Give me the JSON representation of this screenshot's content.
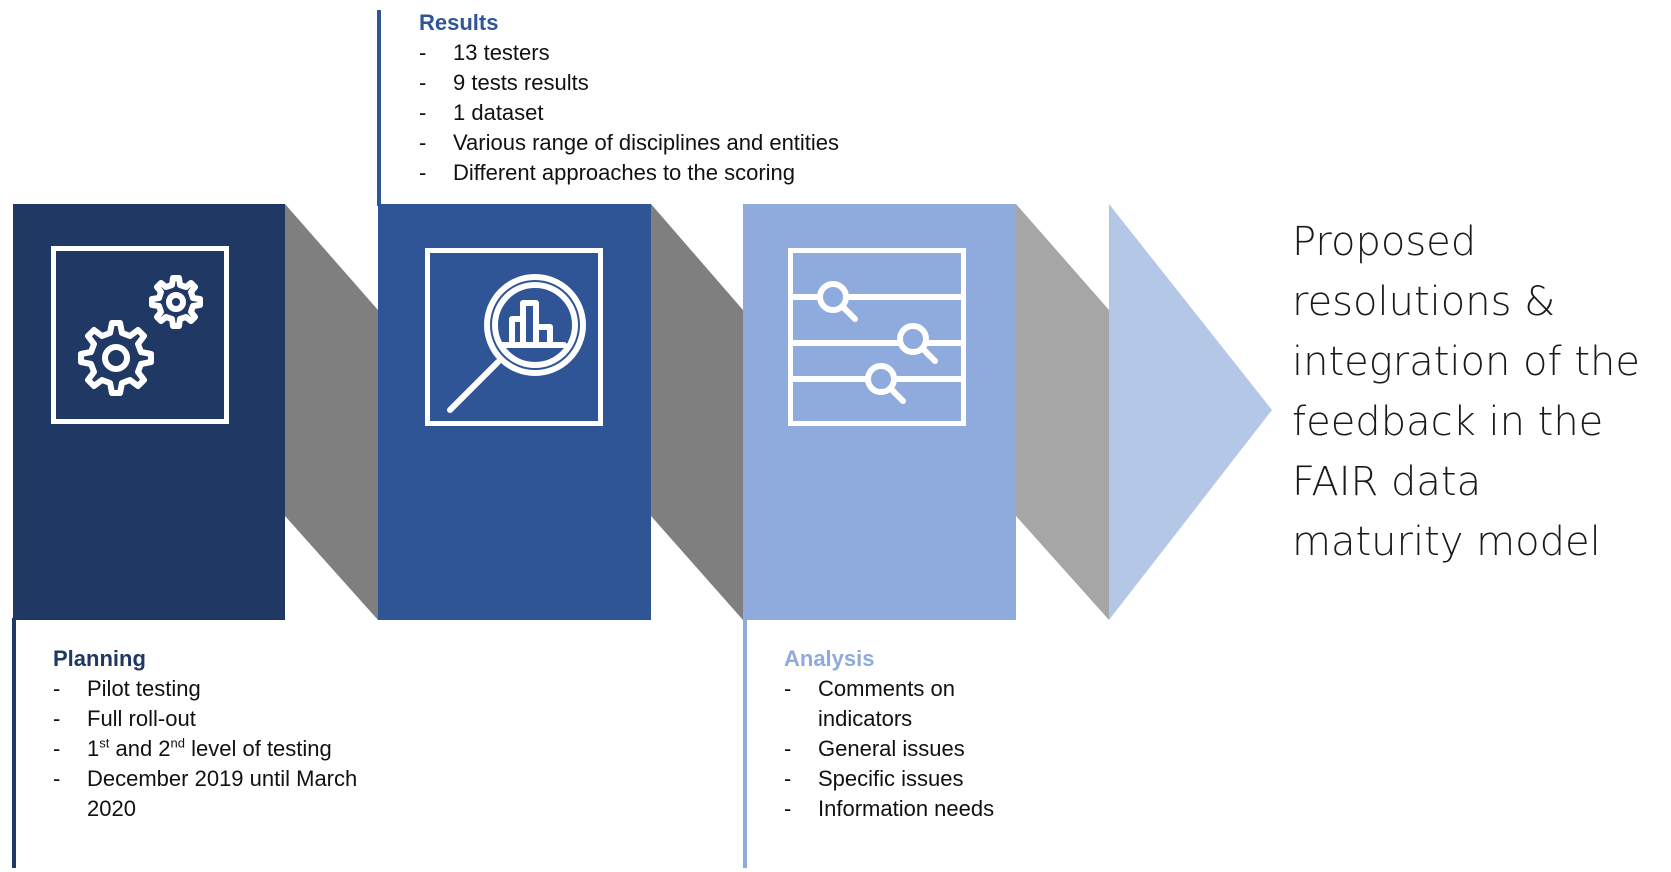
{
  "colors": {
    "planning": "#203864",
    "results": "#2F5597",
    "analysis": "#8FAADC",
    "final_arrow": "#B4C7E7",
    "connector": "#7F7F7F",
    "connector_light": "#A6A6A6"
  },
  "stages": [
    {
      "id": "planning",
      "icon": "gears-icon",
      "title": "Planning",
      "items": [
        {
          "text": "Pilot testing"
        },
        {
          "text": "Full roll-out"
        },
        {
          "pre": "1",
          "sup1": "st",
          "mid": " and 2",
          "sup2": "nd",
          "post": " level of testing"
        },
        {
          "text": "December 2019 until March 2020"
        }
      ]
    },
    {
      "id": "results",
      "icon": "magnifier-chart-icon",
      "title": "Results",
      "items": [
        {
          "text": "13 testers"
        },
        {
          "text": "9 tests results"
        },
        {
          "text": "1 dataset"
        },
        {
          "text": "Various range of disciplines and entities"
        },
        {
          "text": "Different approaches to the scoring"
        }
      ]
    },
    {
      "id": "analysis",
      "icon": "filter-list-icon",
      "title": "Analysis",
      "items": [
        {
          "text": "Comments on indicators"
        },
        {
          "text": "General issues"
        },
        {
          "text": "Specific issues"
        },
        {
          "text": "Information needs"
        }
      ]
    }
  ],
  "final": {
    "text": "Proposed resolutions & integration of the feedback in the FAIR data maturity model"
  }
}
